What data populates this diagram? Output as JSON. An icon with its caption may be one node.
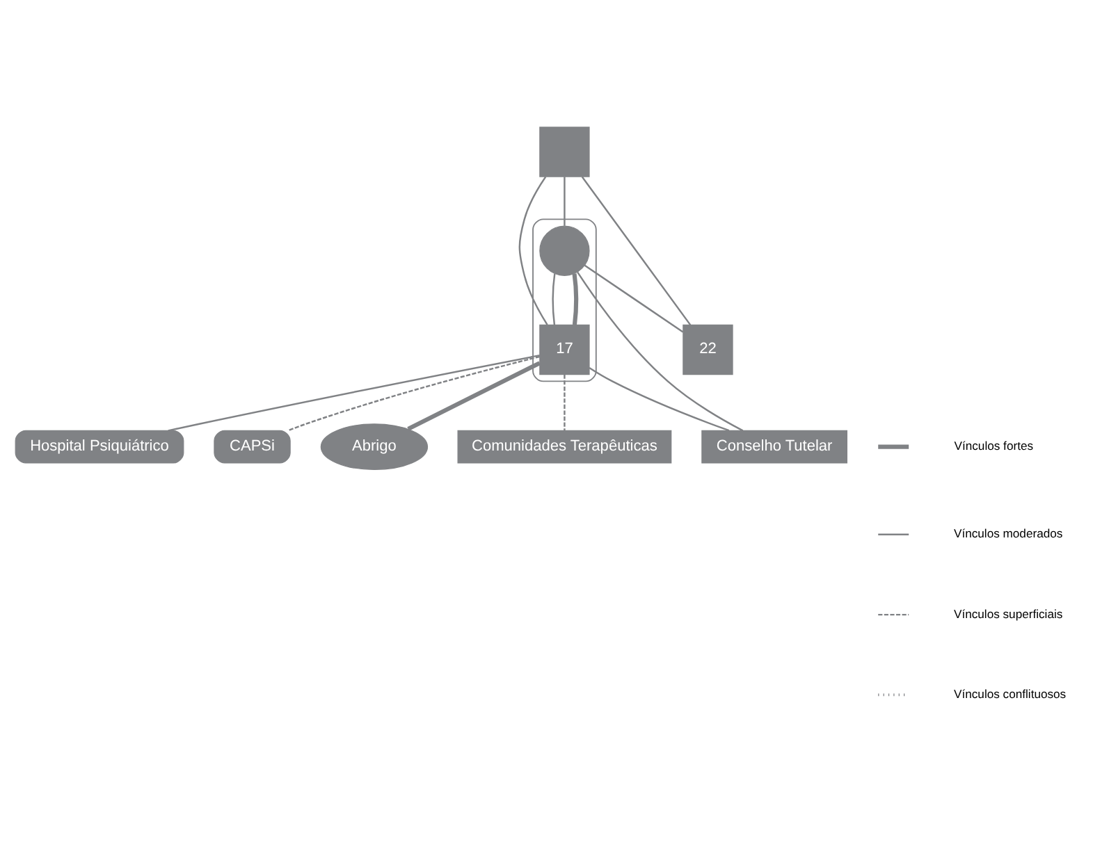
{
  "diagram": {
    "nodes": [
      {
        "text": [],
        "shape": "box"
      },
      {
        "text": [],
        "shape": "outline"
      },
      {
        "text": [],
        "shape": "circle",
        "in": 1
      },
      {
        "text": [
          "Hospital Psiquiátrico"
        ]
      },
      {
        "text": [
          "CAPSi"
        ]
      },
      {
        "text": [
          "Conselho Tutelar"
        ]
      },
      {
        "text": [
          "22"
        ]
      },
      {
        "text": [
          "17"
        ],
        "in": 1
      },
      {
        "text": [
          "Abrigo"
        ]
      },
      {
        "text": [
          "Comunidades Terapêuticas"
        ]
      }
    ],
    "edges": [
      {
        "from": 0,
        "to": 2,
        "arrow": "none"
      },
      {
        "from": 0,
        "to": 6,
        "arrow": "none"
      },
      {
        "from": 0,
        "to": 7,
        "arrow": "none"
      },
      {
        "from": 2,
        "to": 6,
        "arrow": "none"
      },
      {
        "from": 2,
        "to": 7,
        "arrow": "none"
      },
      {
        "from": 2,
        "to": 7,
        "arrow": "none",
        "style": "thick"
      },
      {
        "from": 2,
        "to": 5,
        "arrow": "none"
      },
      {
        "from": 7,
        "to": 3,
        "arrow": "none"
      },
      {
        "from": 7,
        "to": 4,
        "arrow": "none",
        "style": "dashed"
      },
      {
        "from": 7,
        "to": 5,
        "arrow": "none"
      },
      {
        "from": 7,
        "to": 8,
        "arrow": "none",
        "style": "thick"
      },
      {
        "from": 7,
        "to": 9,
        "arrow": "none",
        "style": "dashed"
      }
    ],
    "legend": [
      {
        "text": "Vínculos fortes"
      },
      {
        "text": "Vínculos moderados"
      },
      {
        "text": "Vínculos superficiais"
      },
      {
        "text": "Vínculos conflituosos"
      }
    ]
  }
}
